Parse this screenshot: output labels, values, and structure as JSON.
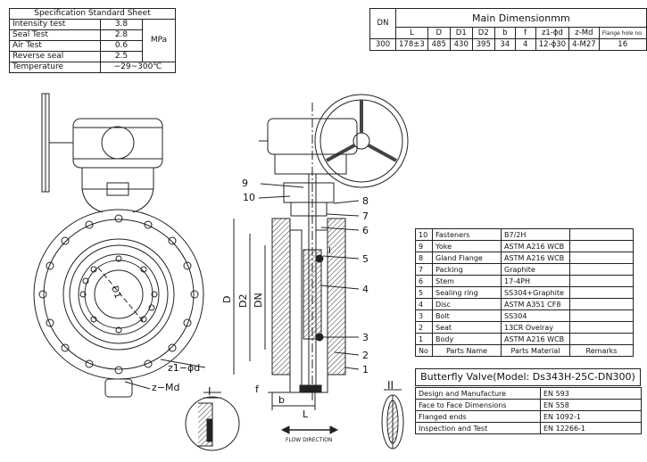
{
  "spec_sheet": {
    "title": "Specification Standard Sheet",
    "rows": [
      {
        "name": "Intensity test",
        "value": "3.8"
      },
      {
        "name": "Seal Test",
        "value": "2.8"
      },
      {
        "name": "Air Test",
        "value": "0.6"
      },
      {
        "name": "Reverse seal",
        "value": "2.5"
      },
      {
        "name": "Temperature",
        "value": "−29~300℃"
      }
    ],
    "unit": "MPa"
  },
  "main_dimensions": {
    "dn_label": "DN",
    "title": "Main Dimensionmm",
    "headers": [
      "L",
      "D",
      "D1",
      "D2",
      "b",
      "f",
      "z1-ϕd",
      "z-Md",
      "Flange hole no."
    ],
    "dn_value": "300",
    "values": [
      "178±3",
      "485",
      "430",
      "395",
      "34",
      "4",
      "12-ϕ30",
      "4-M27",
      "16"
    ]
  },
  "parts": [
    {
      "no": "10",
      "name": "Fasteners",
      "material": "B7/2H"
    },
    {
      "no": "9",
      "name": "Yoke",
      "material": "ASTM A216 WCB"
    },
    {
      "no": "8",
      "name": "Gland Flange",
      "material": "ASTM A216 WCB"
    },
    {
      "no": "7",
      "name": "Packing",
      "material": "Graphite"
    },
    {
      "no": "6",
      "name": "Stem",
      "material": "17-4PH"
    },
    {
      "no": "5",
      "name": "Sealing ring",
      "material": "SS304+Graphite"
    },
    {
      "no": "4",
      "name": "Disc",
      "material": "ASTM A351 CF8"
    },
    {
      "no": "3",
      "name": "Bolt",
      "material": "SS304"
    },
    {
      "no": "2",
      "name": "Seat",
      "material": "13CR Ovelray"
    },
    {
      "no": "1",
      "name": "Body",
      "material": "ASTM A216 WCB"
    }
  ],
  "parts_header": {
    "no": "No",
    "name": "Parts Name",
    "material": "Parts Material",
    "remarks": "Remarks"
  },
  "valve_title": "Butterfly Valve(Model: Ds343H-25C-DN300)",
  "standards": [
    {
      "name": "Design and Manufacture",
      "std": "EN 593"
    },
    {
      "name": "Face to Face Dimensions",
      "std": "EN 558"
    },
    {
      "name": "Flanged ends",
      "std": "EN 1092-1"
    },
    {
      "name": "Inspection and Test",
      "std": "EN 12266-1"
    }
  ],
  "drawing_labels": {
    "d1": "D1",
    "d": "D",
    "d2": "D2",
    "dn": "DN",
    "z1d": "z1−ϕd",
    "zmd": "z−Md",
    "l": "L",
    "b": "b",
    "f": "f",
    "flow": "FLOW DIRECTION",
    "detail_i": "I",
    "detail_ii": "II",
    "callouts": [
      "9",
      "10",
      "8",
      "7",
      "6",
      "5",
      "4",
      "3",
      "2",
      "1"
    ]
  }
}
